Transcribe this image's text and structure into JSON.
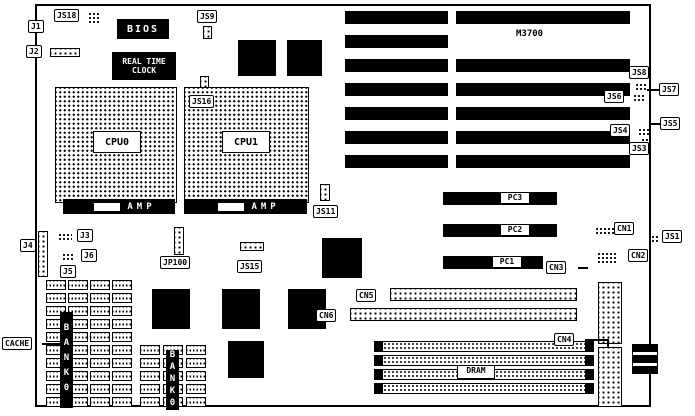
{
  "board": {
    "model": "M3700"
  },
  "labels": {
    "j1": "J1",
    "js18": "JS18",
    "j2": "J2",
    "bios": "BIOS",
    "rtc_line1": "REAL TIME",
    "rtc_line2": "CLOCK",
    "js9": "JS9",
    "js16": "JS16",
    "cpu0": "CPU0",
    "cpu1": "CPU1",
    "amp": "AMP",
    "js8": "JS8",
    "js7": "JS7",
    "js6": "JS6",
    "js5": "JS5",
    "js4": "JS4",
    "js3": "JS3",
    "js11": "JS11",
    "pc3": "PC3",
    "pc2": "PC2",
    "pc1": "PC1",
    "cn1": "CN1",
    "js1": "JS1",
    "cn2": "CN2",
    "cn3": "CN3",
    "j3": "J3",
    "j4": "J4",
    "j6": "J6",
    "j5": "J5",
    "jp100": "JP100",
    "js15": "JS15",
    "cn5": "CN5",
    "cn6": "CN6",
    "cn4": "CN4",
    "cache": "CACHE",
    "bank0": "BANK0",
    "dram": "DRAM"
  }
}
